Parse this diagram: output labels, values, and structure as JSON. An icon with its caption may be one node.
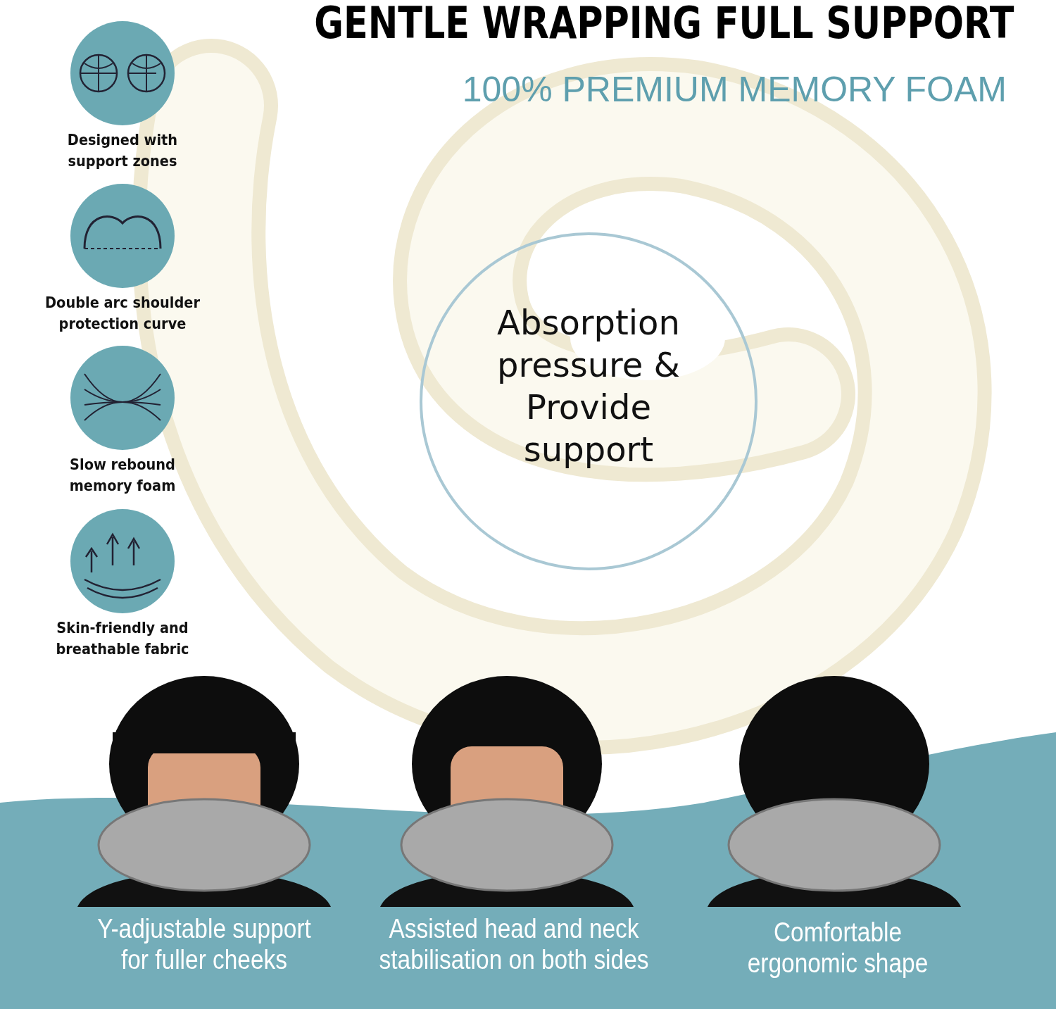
{
  "diagram": {
    "title": "GENTLE WRAPPING FULL SUPPORT",
    "nodes": [
      {
        "text": [
          "Designed with support zones"
        ]
      },
      {
        "text": [
          "Double arc shoulder protection curve"
        ]
      },
      {
        "text": [
          "Slow rebound memory foam"
        ]
      },
      {
        "text": [
          "Skin-friendly and breathable fabric"
        ]
      },
      {
        "text": [
          "Absorption pressure & Provide support"
        ]
      }
    ],
    "labels": [
      "100% PREMIUM MEMORY FOAM",
      "Y-adjustable support for fuller cheeks",
      "Assisted head and neck stabilisation on both sides",
      "Comfortable ergonomic shape"
    ]
  }
}
